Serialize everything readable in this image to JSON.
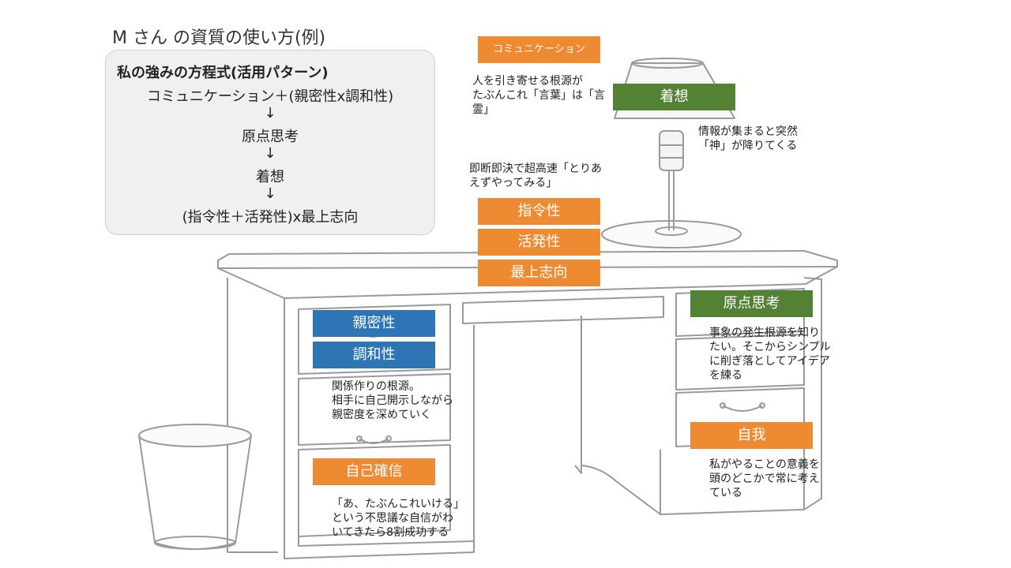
{
  "title": "M さん の資質の使い方(例)",
  "formula": {
    "heading": "私の強みの方程式(活用パターン)",
    "line1": "コミュニケーション＋(親密性x調和性)",
    "arrow1": "↓",
    "line2": "原点思考",
    "arrow2": "↓",
    "line3": "着想",
    "arrow3": "↓",
    "line4": "(指令性＋活発性)x最上志向"
  },
  "tags": {
    "communication": "コミュニケーション",
    "chakuso": "着想",
    "shireisei": "指令性",
    "kappatsusei": "活発性",
    "saijoshiko": "最上志向",
    "shinmitsusei": "親密性",
    "chowasei": "調和性",
    "genten": "原点思考",
    "jiko_kakushin": "自己確信",
    "jiga": "自我"
  },
  "notes": {
    "communication": [
      "人を引き寄せる根源が",
      "たぶんこれ「言葉」は「言",
      "霊」"
    ],
    "chakuso": [
      "情報が集まると突然",
      "「神」が降りてくる"
    ],
    "shirei": [
      "即断即決で超高速「とりあ",
      "えずやってみる」"
    ],
    "shinmitsu": [
      "関係作りの根源。",
      "相手に自己開示しながら",
      "親密度を深めていく"
    ],
    "genten": [
      "事象の発生根源を知り",
      "たい。そこからシンプル",
      "に削ぎ落としてアイデア",
      "を練る"
    ],
    "jiko_kakushin": [
      "「あ、たぶんこれいける」",
      "という不思議な自信がわ",
      "いてきたら8割成功する"
    ],
    "jiga": [
      "私がやることの意義を",
      "頭のどこかで常に考え",
      "ている"
    ]
  },
  "colors": {
    "orange": "#ee8a32",
    "green": "#548235",
    "blue": "#2e75b6",
    "box_bg": "#f0f0f0",
    "illustration_stroke": "#9a9a9a"
  }
}
